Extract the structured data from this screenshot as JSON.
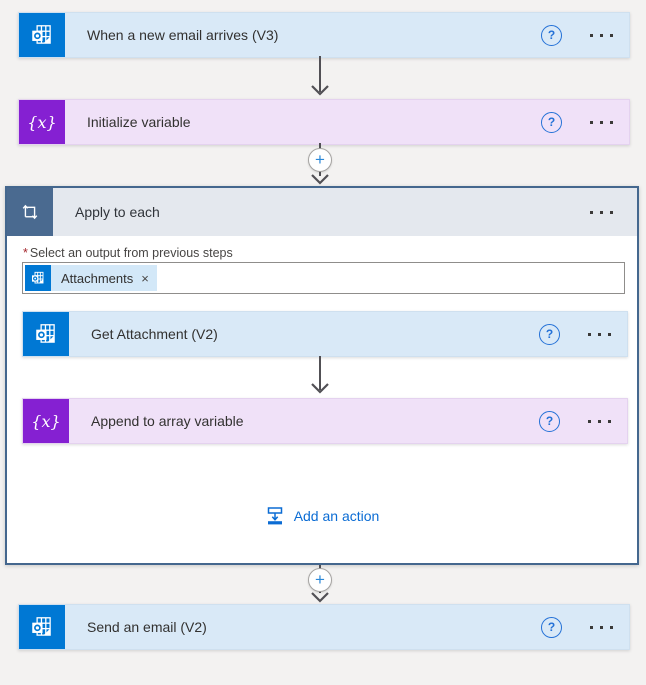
{
  "colors": {
    "page_bg": "#f3f2f1",
    "outlook_brand": "#0078d4",
    "variables_brand": "#8520d2",
    "trigger_card_bg": "#d9e9f7",
    "variable_card_bg": "#f0e1f8",
    "scope_border": "#44678e",
    "scope_header_bg": "#e4e8ee",
    "scope_icon_bg": "#4a6a90",
    "accent_blue": "#0b6cd4",
    "connector_gray": "#515055"
  },
  "cards": [
    {
      "title": "When a new email arrives (V3)",
      "connector": "outlook"
    },
    {
      "title": "Initialize variable",
      "connector": "variables"
    },
    {
      "title": "Get Attachment (V2)",
      "connector": "outlook"
    },
    {
      "title": "Append to array variable",
      "connector": "variables"
    },
    {
      "title": "Send an email (V2)",
      "connector": "outlook"
    }
  ],
  "scope": {
    "title": "Apply to each",
    "required_marker": "*",
    "field_label": "Select an output from previous steps",
    "token": {
      "label": "Attachments",
      "remove_glyph": "×"
    },
    "add_action_label": "Add an action"
  },
  "glyphs": {
    "help": "?",
    "plus": "+",
    "variable": "{x}"
  }
}
